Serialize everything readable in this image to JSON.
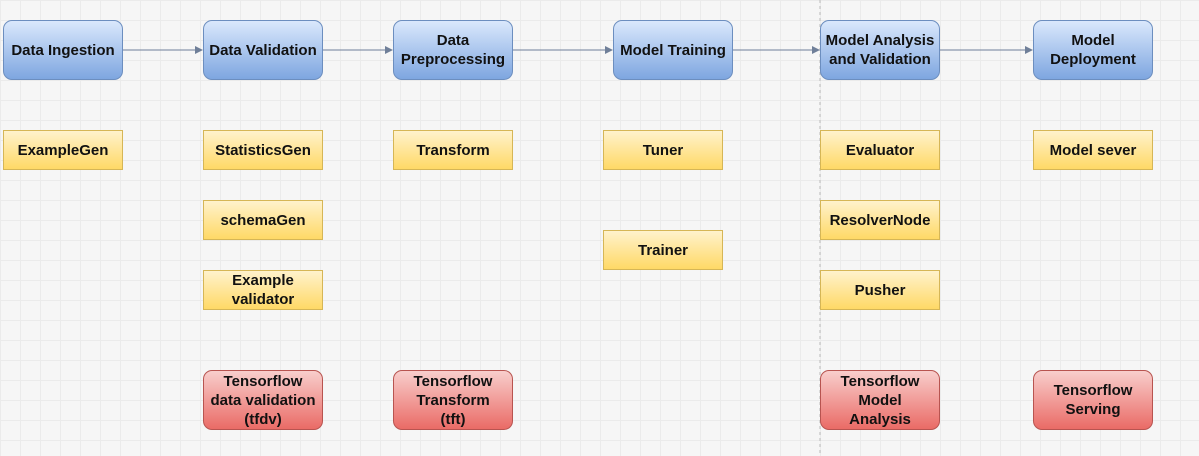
{
  "stages": [
    "Data Ingestion",
    "Data Validation",
    "Data Preprocessing",
    "Model Training",
    "Model Analysis and Validation",
    "Model Deployment"
  ],
  "components": [
    "ExampleGen",
    "StatisticsGen",
    "schemaGen",
    "Example validator",
    "Transform",
    "Tuner",
    "Trainer",
    "Evaluator",
    "ResolverNode",
    "Pusher",
    "Model sever"
  ],
  "libraries": [
    "Tensorflow data validation (tfdv)",
    "Tensorflow Transform (tft)",
    "Tensorflow Model Analysis",
    "Tensorflow Serving"
  ],
  "colors": {
    "stage": "#7ea6e0",
    "component": "#ffd966",
    "library": "#ea6b66"
  }
}
